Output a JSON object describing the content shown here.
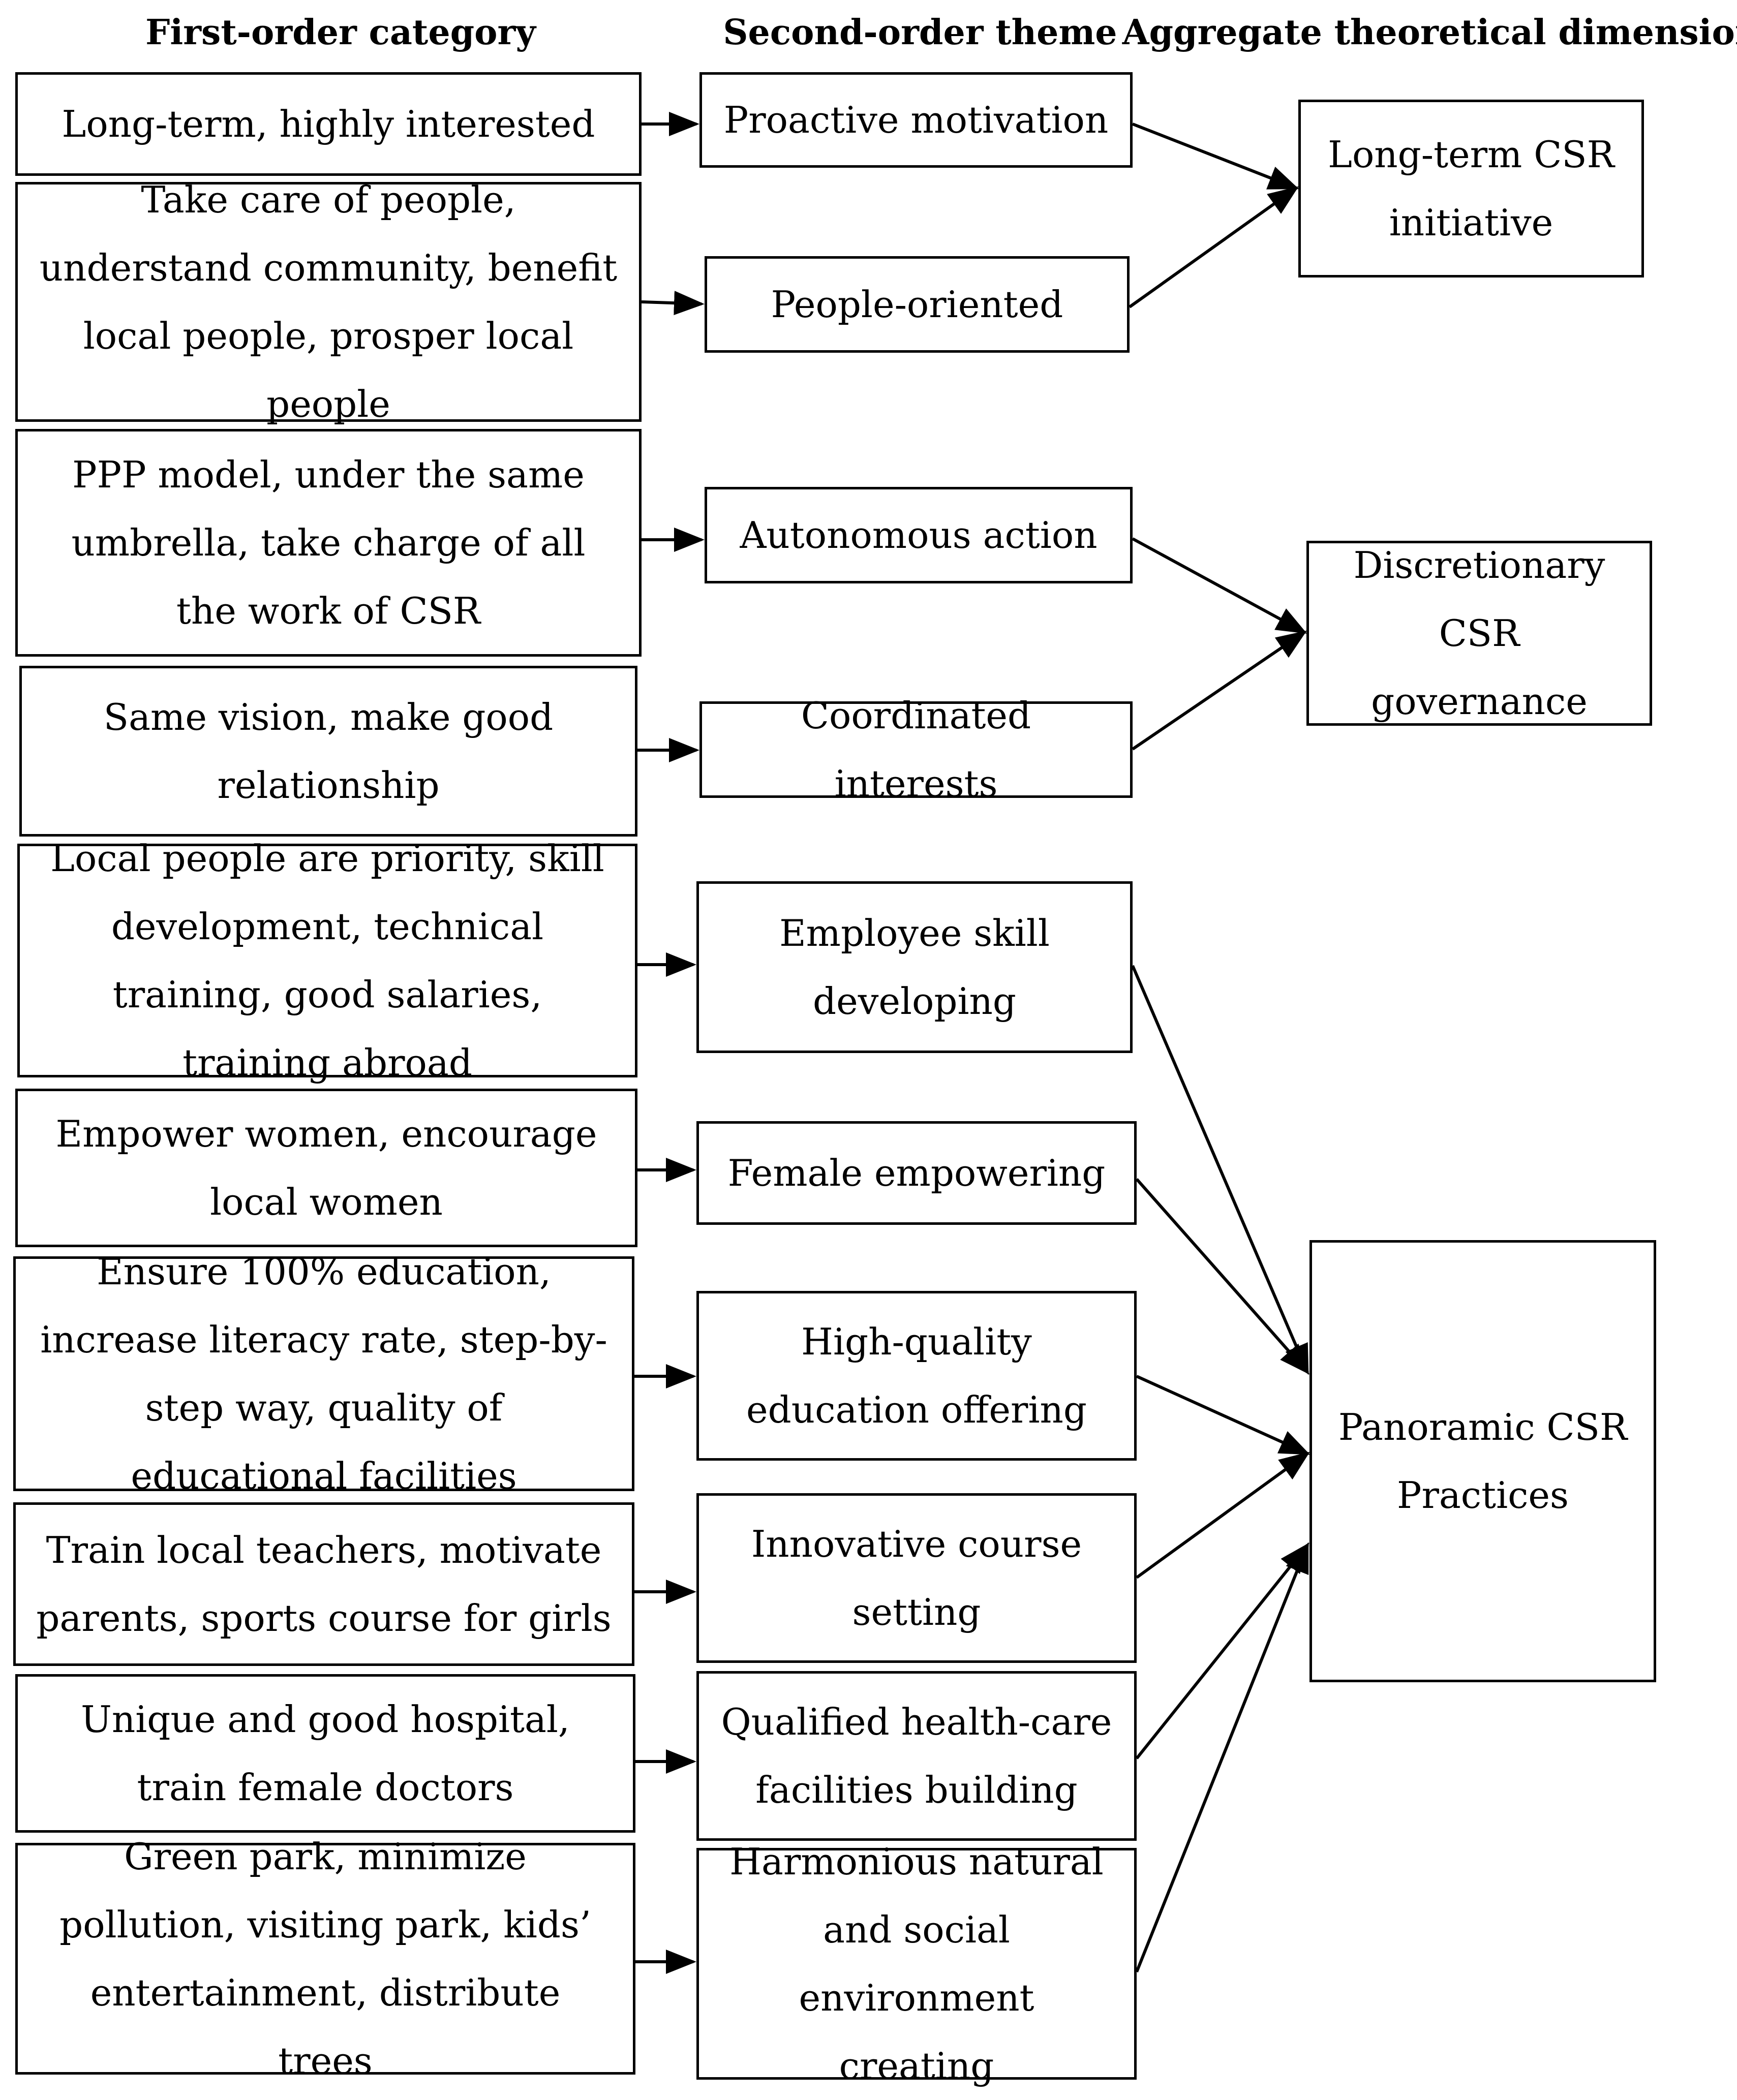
{
  "headers": {
    "first_order": "First-order category",
    "second_order": "Second-order theme",
    "aggregate": "Aggregate theoretical dimension"
  },
  "first_order": [
    "Long-term, highly interested",
    "Take care of people, understand community, benefit local people, prosper local people",
    "PPP model, under the same umbrella, take charge of all the work of CSR",
    "Same vision, make good relationship",
    "Local people are priority, skill development, technical training, good salaries, training abroad",
    "Empower women, encourage local women",
    "Ensure 100% education, increase literacy rate, step-by-step way, quality of educational facilities",
    "Train local teachers, motivate parents, sports course for girls",
    "Unique and good hospital, train female doctors",
    "Green park, minimize pollution, visiting park, kids’ entertainment, distribute trees"
  ],
  "second_order": [
    "Proactive motivation",
    "People-oriented",
    "Autonomous action",
    "Coordinated interests",
    "Employee skill developing",
    "Female empowering",
    "High-quality education offering",
    "Innovative course setting",
    "Qualified health-care facilities building",
    "Harmonious natural and social environment creating"
  ],
  "aggregate": [
    "Long-term CSR initiative",
    "Discretionary CSR governance",
    "Panoramic CSR Practices"
  ],
  "links": [
    {
      "from": "Proactive motivation",
      "to": "Long-term CSR initiative"
    },
    {
      "from": "People-oriented",
      "to": "Long-term CSR initiative"
    },
    {
      "from": "Autonomous action",
      "to": "Discretionary CSR governance"
    },
    {
      "from": "Coordinated interests",
      "to": "Discretionary CSR governance"
    },
    {
      "from": "Employee skill developing",
      "to": "Panoramic CSR Practices"
    },
    {
      "from": "Female empowering",
      "to": "Panoramic CSR Practices"
    },
    {
      "from": "High-quality education offering",
      "to": "Panoramic CSR Practices"
    },
    {
      "from": "Innovative course setting",
      "to": "Panoramic CSR Practices"
    },
    {
      "from": "Qualified health-care facilities building",
      "to": "Panoramic CSR Practices"
    },
    {
      "from": "Harmonious natural and social environment creating",
      "to": "Panoramic CSR Practices"
    }
  ],
  "colors": {
    "line": "#000000",
    "box_fill": "#ffffff",
    "text": "#000000"
  }
}
